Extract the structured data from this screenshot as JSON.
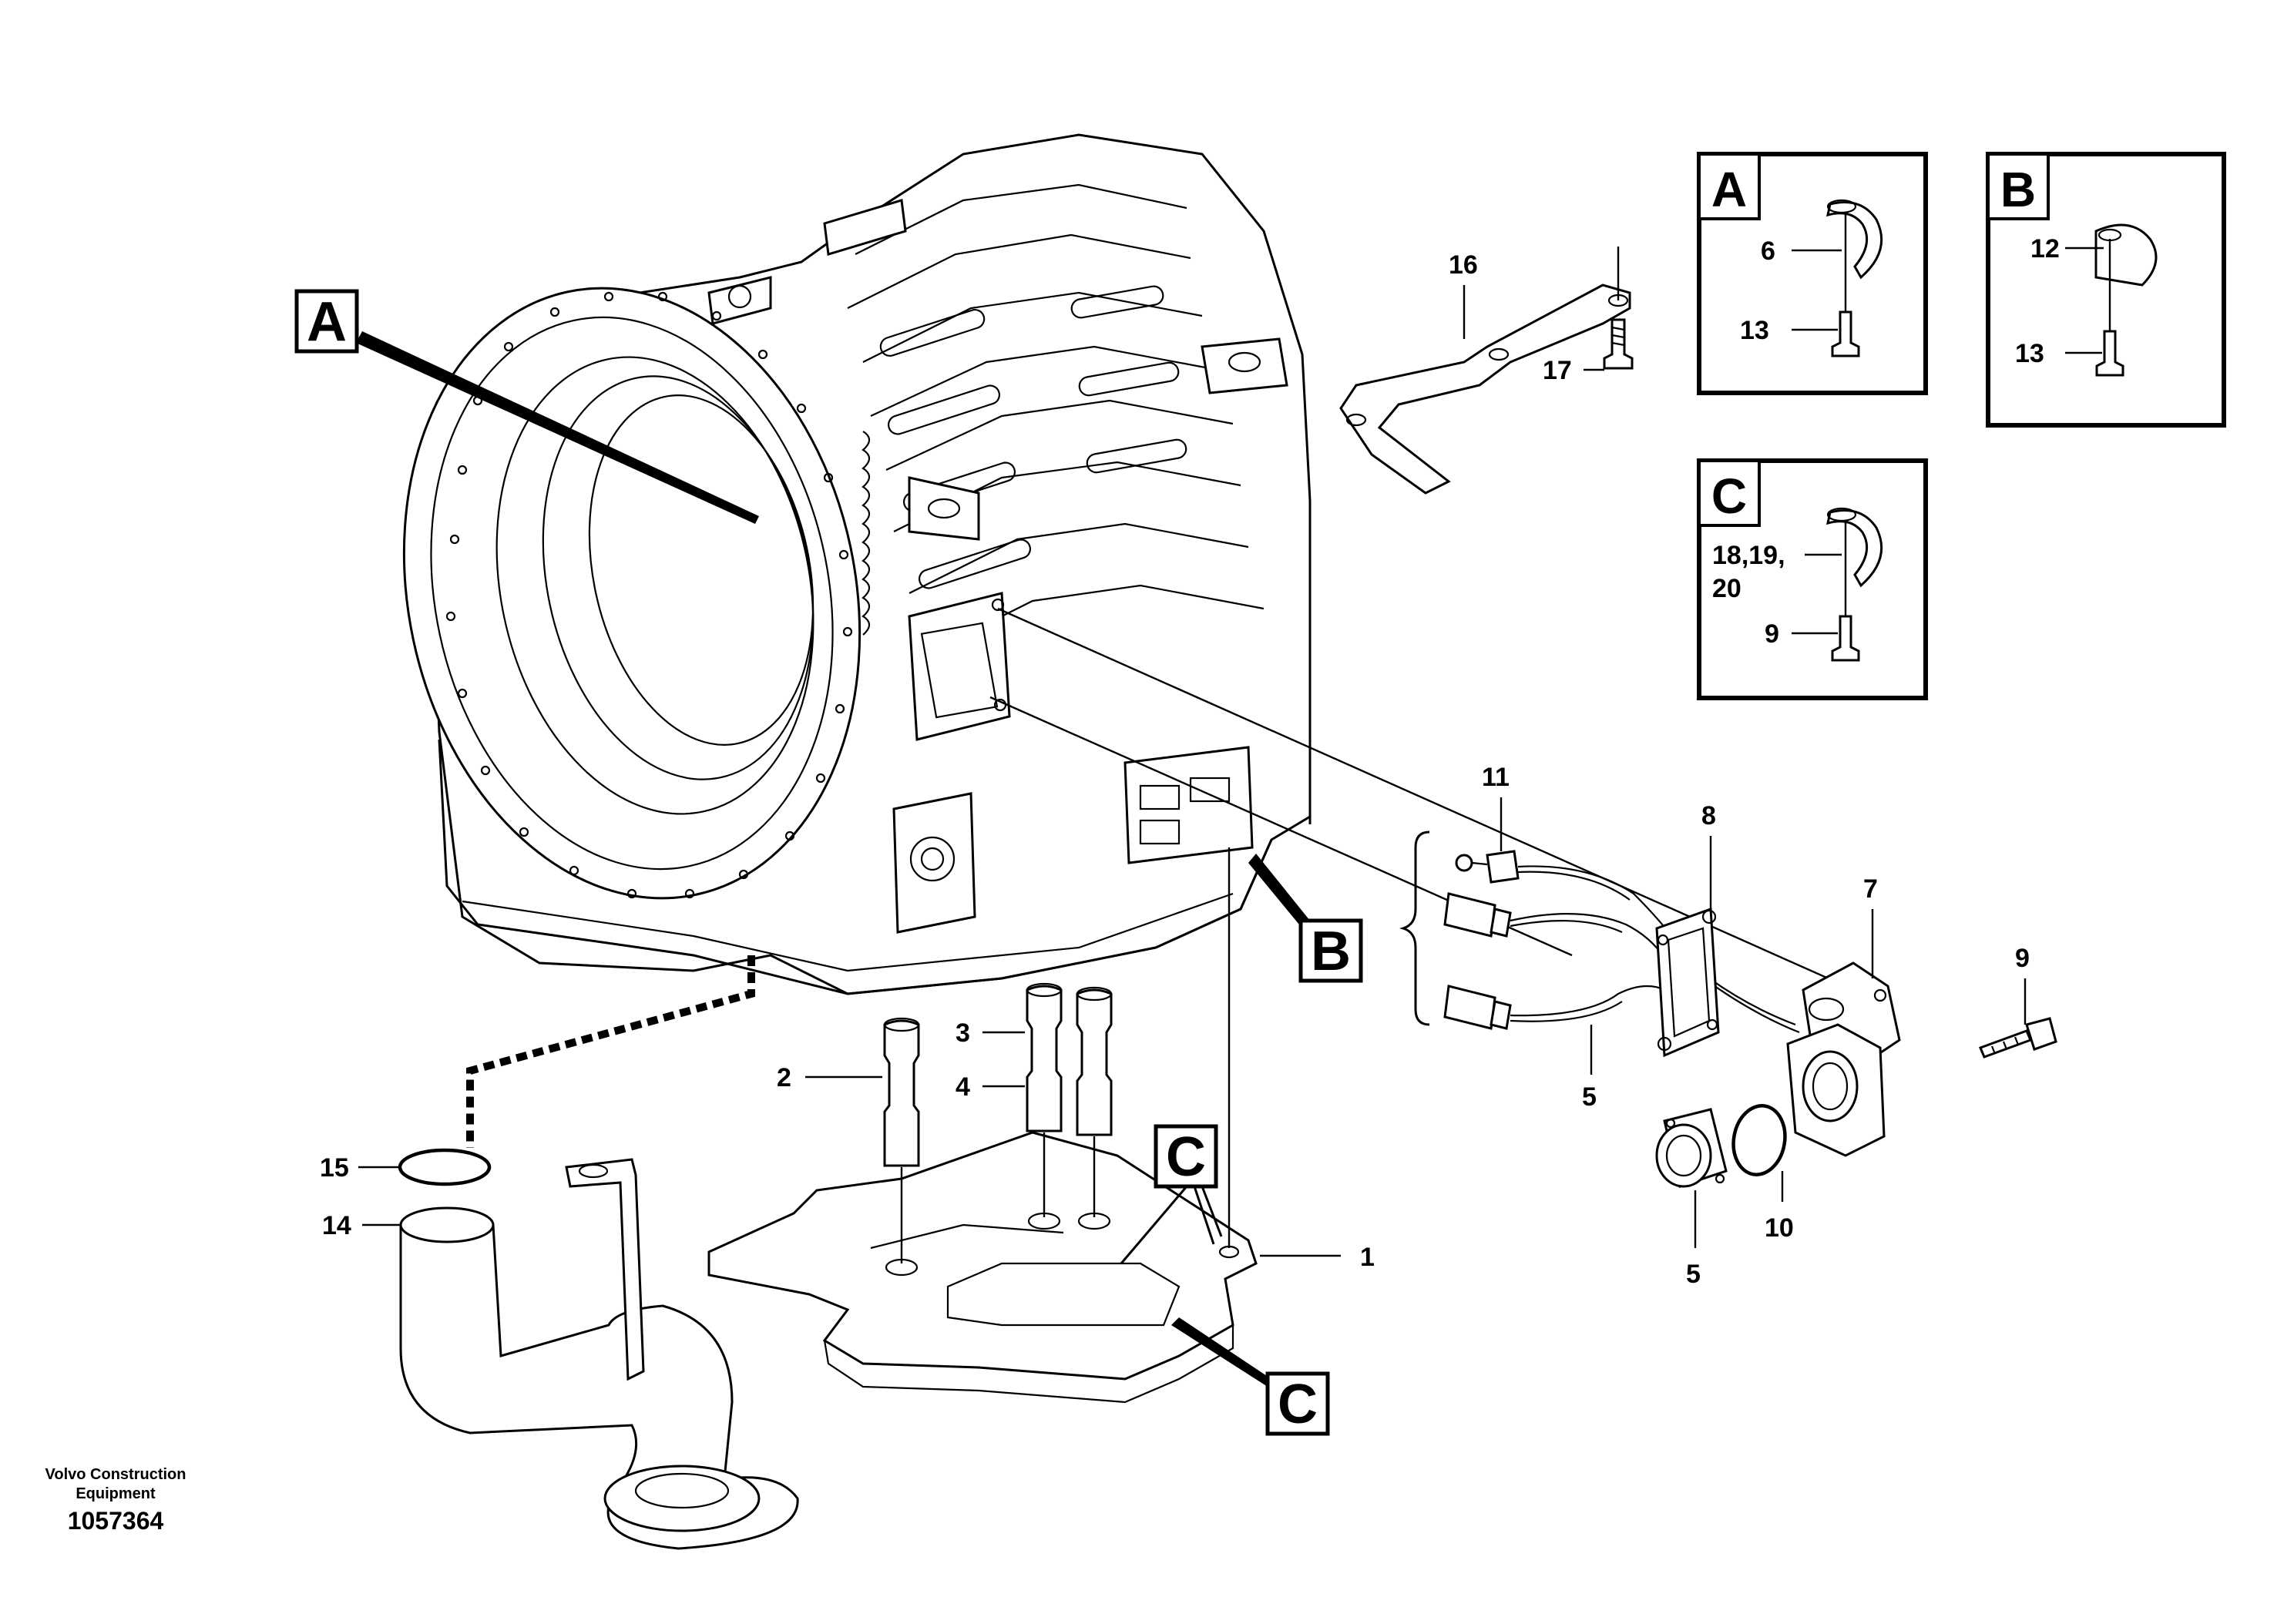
{
  "drawing": {
    "brand_line1": "Volvo Construction",
    "brand_line2": "Equipment",
    "drawing_number": "1057364"
  },
  "callouts": {
    "box_a": "A",
    "box_b": "B",
    "box_c_upper": "C",
    "box_c_lower": "C"
  },
  "insets": {
    "a": {
      "letter": "A",
      "clip_label": "6",
      "screw_label": "13"
    },
    "b": {
      "letter": "B",
      "clip_label": "12",
      "screw_label": "13"
    },
    "c": {
      "letter": "C",
      "clip_label_line1": "18,19,",
      "clip_label_line2": "20",
      "screw_label": "9"
    }
  },
  "parts": {
    "p1": "1",
    "p2": "2",
    "p3": "3",
    "p4": "4",
    "p5_harness": "5",
    "p5_sensor": "5",
    "p7": "7",
    "p8": "8",
    "p9": "9",
    "p10": "10",
    "p11": "11",
    "p14": "14",
    "p15": "15",
    "p16": "16",
    "p17": "17"
  }
}
